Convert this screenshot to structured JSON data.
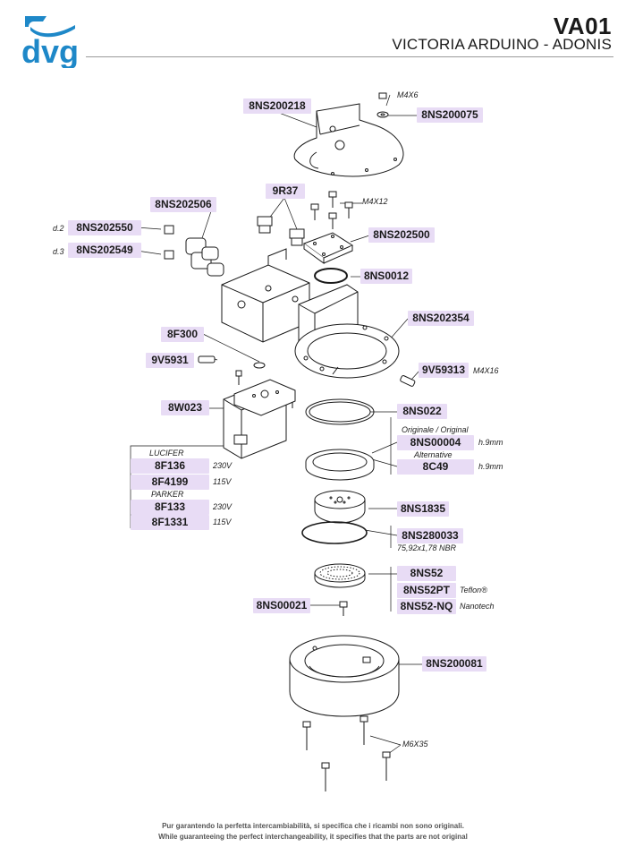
{
  "header": {
    "logo_text": "dvg",
    "code": "VA01",
    "model": "VICTORIA ARDUINO - ADONIS"
  },
  "parts": {
    "p8NS200218": "8NS200218",
    "p8NS200075": "8NS200075",
    "p9R37": "9R37",
    "p8NS202506": "8NS202506",
    "p8NS202550": "8NS202550",
    "p8NS202549": "8NS202549",
    "p8NS202500": "8NS202500",
    "p8NS0012": "8NS0012",
    "p8NS202354": "8NS202354",
    "p8F300": "8F300",
    "p9V5931": "9V5931",
    "p9V59313": "9V59313",
    "p8W023": "8W023",
    "p8NS022": "8NS022",
    "p8NS00004": "8NS00004",
    "p8C49": "8C49",
    "p8F136": "8F136",
    "p8F4199": "8F4199",
    "p8F133": "8F133",
    "p8F1331": "8F1331",
    "p8NS1835": "8NS1835",
    "p8NS280033": "8NS280033",
    "p8NS52": "8NS52",
    "p8NS52PT": "8NS52PT",
    "p8NS52NQ": "8NS52-NQ",
    "p8NS00021": "8NS00021",
    "p8NS200081": "8NS200081"
  },
  "notes": {
    "m4x6": "M4X6",
    "m4x12": "M4X12",
    "m4x16": "M4X16",
    "m6x35": "M6X35",
    "d2": "d.2",
    "d3": "d.3",
    "originale": "Originale / Original",
    "alternative": "Alternative",
    "h9a": "h.9mm",
    "h9b": "h.9mm",
    "lucifer": "LUCIFER",
    "parker": "PARKER",
    "v230a": "230V",
    "v115a": "115V",
    "v230b": "230V",
    "v115b": "115V",
    "oring": "75,92x1,78 NBR",
    "teflon": "Teflon®",
    "nanotech": "Nanotech"
  },
  "footer": {
    "line1": "Pur garantendo la perfetta intercambiabilità, si specifica che i ricambi non sono originali.",
    "line2": "While guaranteeing the perfect interchangeability, it specifies that the parts are not original"
  },
  "colors": {
    "logo_blue": "#1e88c8",
    "tag_fill": "#e8dcf5"
  }
}
